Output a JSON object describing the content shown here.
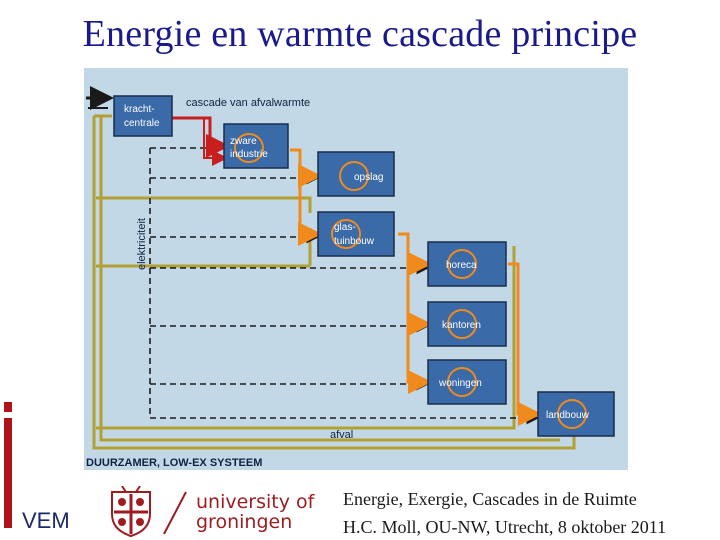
{
  "slide_title": "Energie en  warmte cascade principe",
  "diagram": {
    "nodes": {
      "krachtcentrale": [
        "kracht-",
        "centrale"
      ],
      "zware_industrie": [
        "zware",
        "industrie"
      ],
      "opslag": [
        "opslag"
      ],
      "glastuinbouw": [
        "glas-",
        "tuinbouw"
      ],
      "horeca": [
        "horeca"
      ],
      "kantoren": [
        "kantoren"
      ],
      "woningen": [
        "woningen"
      ],
      "landbouw": [
        "landbouw"
      ]
    },
    "label_cascade": "cascade van afvalwarmte",
    "label_elektriciteit": "elektriciteit",
    "label_afval": "afval",
    "caption": "DUURZAMER, LOW-EX SYSTEEM",
    "colors": {
      "background": "#c3d8e6",
      "node_fill": "#3a6aa8",
      "node_border": "#1b2d4a",
      "red_flow": "#c81e1e",
      "orange_flow": "#f08a1c",
      "olive_flow": "#b3a033",
      "dark_line": "#1a1a1a"
    }
  },
  "footer": {
    "line1": "Energie, Exergie, Cascades in de Ruimte",
    "line2": "H.C. Moll, OU-NW, Utrecht, 8 oktober 2011",
    "vem": "VEM",
    "university_line1": "university of",
    "university_line2": "groningen"
  }
}
